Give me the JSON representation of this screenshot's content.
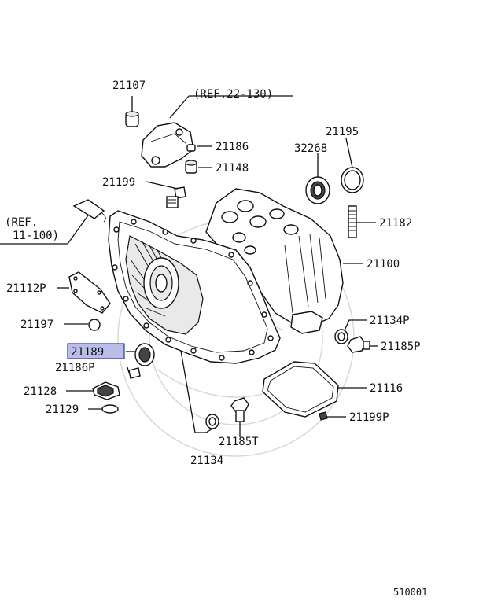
{
  "labels": {
    "p21107": "21107",
    "ref_22_130": "(REF.22-130)",
    "p21186": "21186",
    "p21148": "21148",
    "p21199": "21199",
    "p21195": "21195",
    "p32268": "32268",
    "ref_11_100_a": "(REF.",
    "ref_11_100_b": "11-100)",
    "p21182": "21182",
    "p21100": "21100",
    "p21112P": "21112P",
    "p21197": "21197",
    "p21189": "21189",
    "p21134P": "21134P",
    "p21185P": "21185P",
    "p21186P": "21186P",
    "p21116": "21116",
    "p21128": "21128",
    "p21129": "21129",
    "p21199P": "21199P",
    "p21185T": "21185T",
    "p21134": "21134",
    "diagram_id": "510001"
  },
  "highlight_color": "#b9bde8"
}
